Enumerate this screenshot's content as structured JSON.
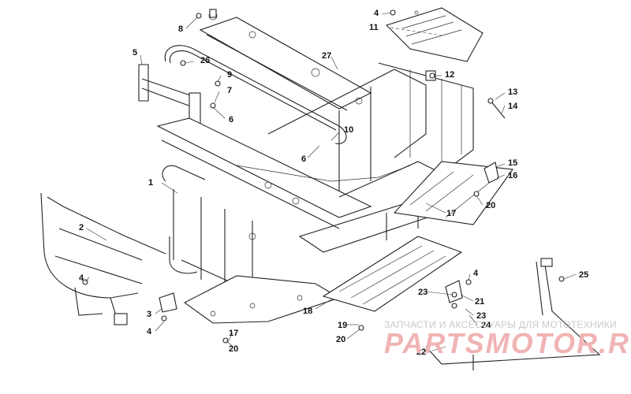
{
  "diagram": {
    "callouts": [
      "1",
      "2",
      "3",
      "4",
      "4",
      "4",
      "4",
      "5",
      "6",
      "6",
      "7",
      "8",
      "9",
      "10",
      "11",
      "12",
      "13",
      "14",
      "15",
      "16",
      "17",
      "17",
      "18",
      "19",
      "20",
      "20",
      "20",
      "21",
      "22",
      "23",
      "23",
      "24",
      "25",
      "26",
      "27"
    ]
  },
  "watermark": {
    "caption": "ЗАПЧАСТИ И АКСЕССУАРЫ ДЛЯ МОТОТЕХНИКИ",
    "logo": "PARTSMOTOR.RU",
    "logo_color": "#f0b4b4"
  }
}
